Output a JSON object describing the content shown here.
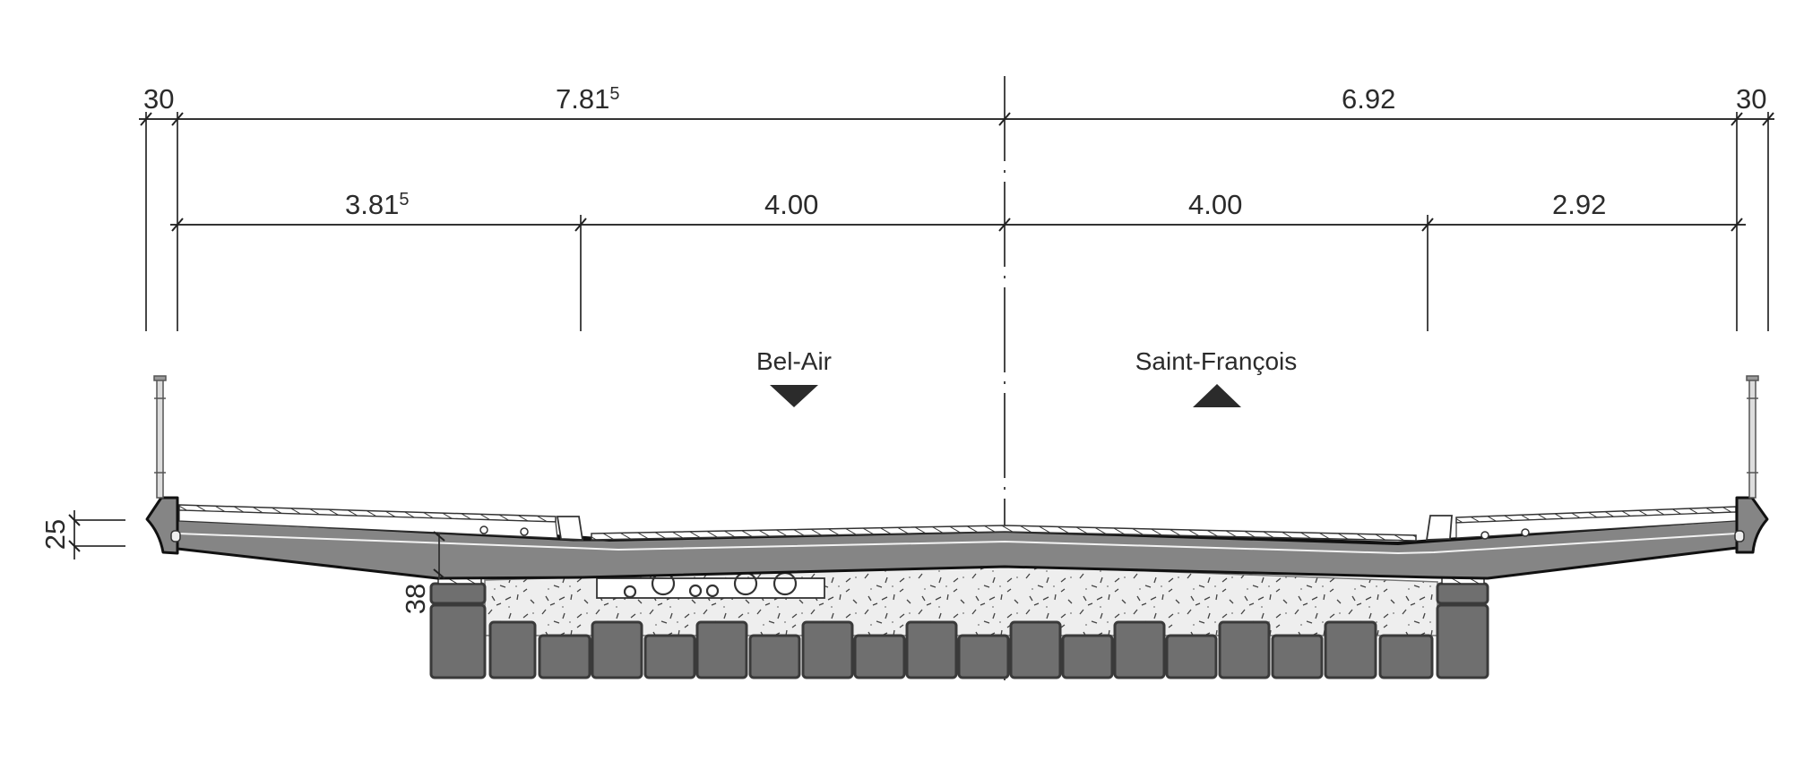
{
  "drawing": {
    "type": "bridge deck cross-section",
    "centerline_style": "dash-dot"
  },
  "dimensions": {
    "top_row": {
      "left_edge": "30",
      "left_span": {
        "main": "7.81",
        "sup": "5"
      },
      "right_span": "6.92",
      "right_edge": "30"
    },
    "second_row": {
      "sidewalk_left": {
        "main": "3.81",
        "sup": "5"
      },
      "lane_left": "4.00",
      "lane_right": "4.00",
      "sidewalk_right": "2.92"
    },
    "vertical": {
      "edge_beam_thickness": "25",
      "deck_depth_at_support": "38"
    }
  },
  "directions": {
    "left": {
      "label": "Bel-Air",
      "arrow": "down-triangle-icon"
    },
    "right": {
      "label": "Saint-François",
      "arrow": "up-triangle-icon"
    }
  },
  "colors": {
    "line": "#333333",
    "concrete": "#858585",
    "piles": "#6f6f6f",
    "soil_fill": "#ededed",
    "arrow": "#2b2b2b"
  }
}
